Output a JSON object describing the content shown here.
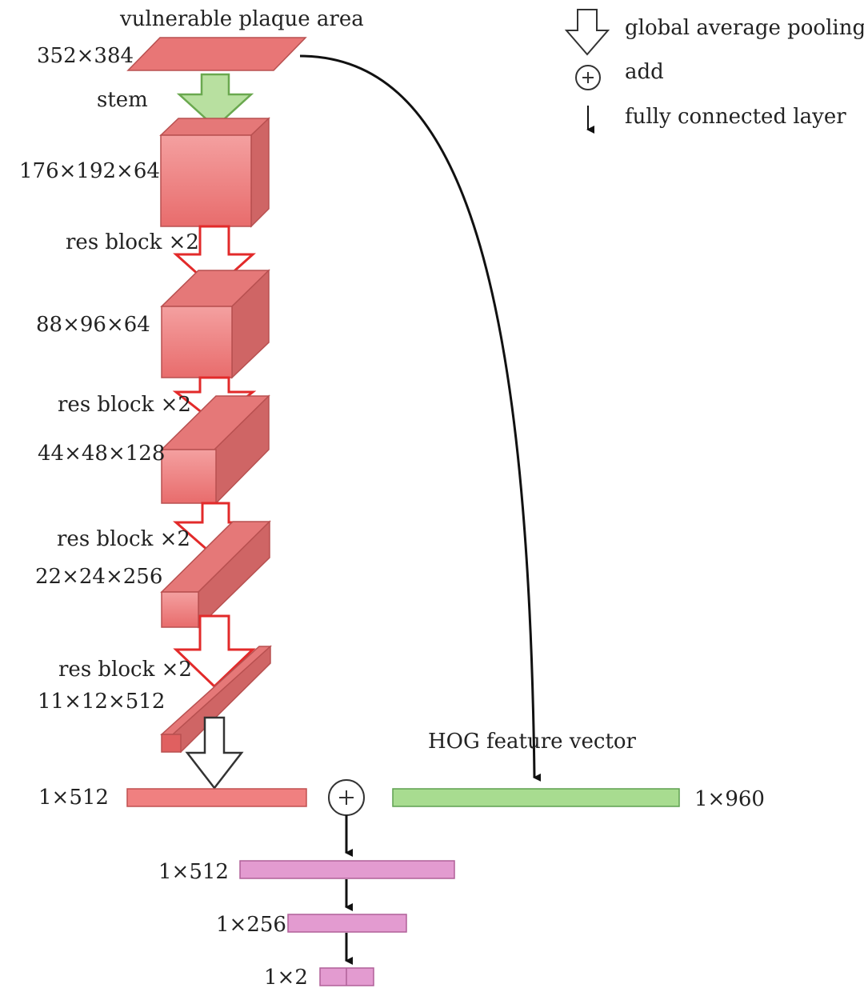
{
  "title": "vulnerable plaque area",
  "legend": {
    "gap": "global average pooling",
    "add": "add",
    "fc": "fully connected layer"
  },
  "input_size": "352×384",
  "stem_label": "stem",
  "feature_maps": [
    {
      "size": "176×192×64"
    },
    {
      "size": "88×96×64"
    },
    {
      "size": "44×48×128"
    },
    {
      "size": "22×24×256"
    },
    {
      "size": "11×12×512"
    }
  ],
  "res_blocks": [
    "res block ×2",
    "res block ×2",
    "res block ×2",
    "res block ×2"
  ],
  "cnn_vector": "1×512",
  "hog": {
    "label": "HOG feature vector",
    "size": "1×960"
  },
  "fc_layers": [
    "1×512",
    "1×256",
    "1×2"
  ],
  "colors": {
    "block_front": "#f08080",
    "block_top": "#e57878",
    "block_side": "#cf6565",
    "block_edge": "#b85050",
    "res_arrow": "#e22a2a",
    "stem_fill": "#b8e0a0",
    "stem_stroke": "#6aa84f",
    "hog_fill": "#a8dc90",
    "hog_stroke": "#5fa050",
    "fc_fill": "#e39bd0",
    "fc_stroke": "#b06098"
  }
}
